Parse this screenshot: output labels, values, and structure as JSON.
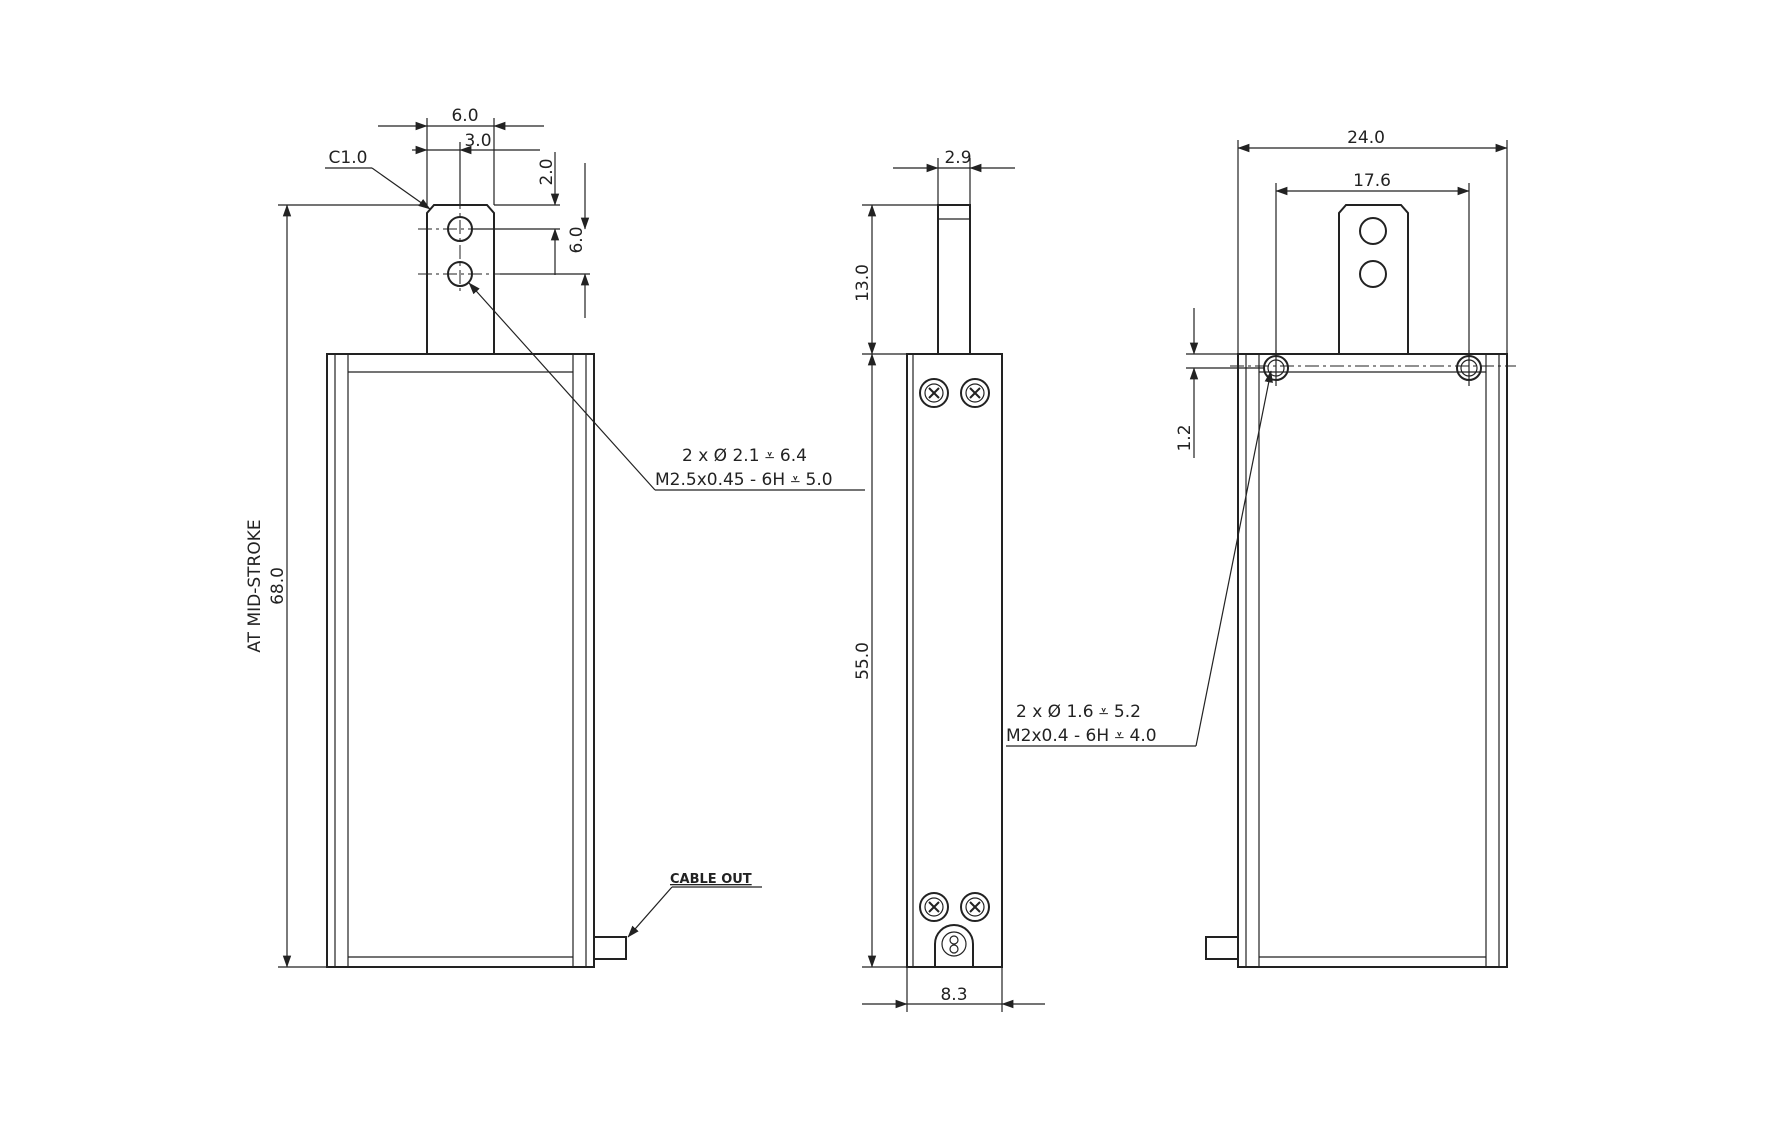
{
  "front_view": {
    "dims": {
      "tab_width": "6.0",
      "hole_offset": "3.0",
      "hole_top": "2.0",
      "hole_pitch": "6.0",
      "chamfer": "C1.0",
      "length": "68.0",
      "length_note": "AT MID-STROKE"
    },
    "callout_line1": "2 x Ø 2.1 ⩡ 6.4",
    "callout_line2": "M2.5x0.45 - 6H ⩡ 5.0",
    "cable_label": "CABLE OUT"
  },
  "side_view": {
    "dims": {
      "tab_thickness": "2.9",
      "stroke": "13.0",
      "body_length": "55.0",
      "body_width": "8.3"
    },
    "callout_line1": "2 x Ø 1.6 ⩡ 5.2",
    "callout_line2": "M2x0.4 - 6H ⩡ 4.0"
  },
  "rear_view": {
    "dims": {
      "width": "24.0",
      "hole_spacing": "17.6",
      "hole_depth": "1.2"
    }
  }
}
